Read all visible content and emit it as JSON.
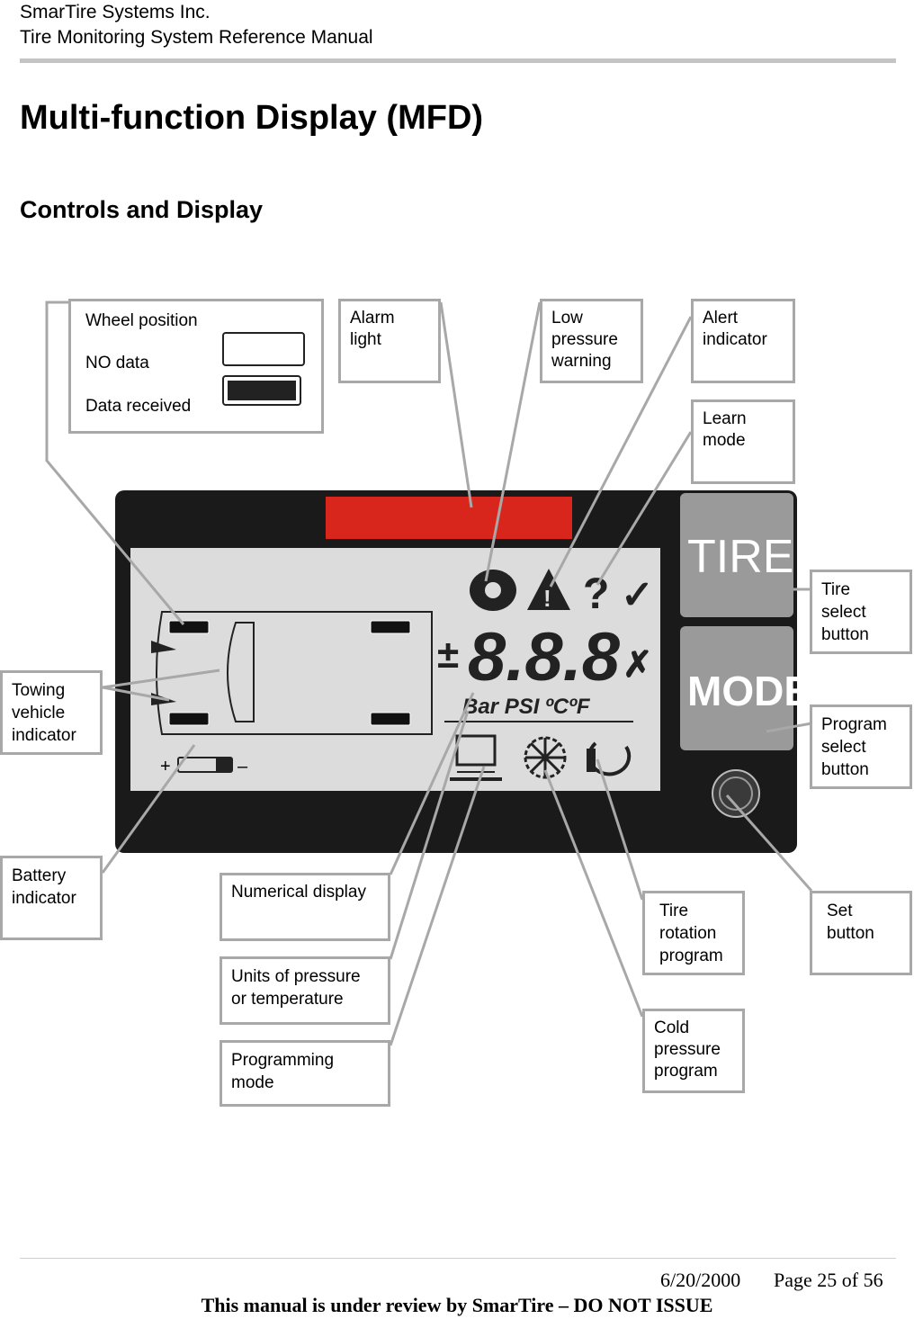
{
  "header": {
    "company": "SmarTire Systems Inc.",
    "manual": "Tire Monitoring System Reference Manual"
  },
  "title": "Multi-function Display (MFD)",
  "section": "Controls and Display",
  "callouts": {
    "wheel_position": "Wheel position",
    "no_data": "NO data",
    "data_received": "Data received",
    "alarm_light": [
      "Alarm",
      "light"
    ],
    "low_pressure": [
      "Low",
      "pressure",
      "warning"
    ],
    "alert": [
      "Alert",
      "indicator"
    ],
    "learn": [
      "Learn",
      "mode"
    ],
    "tire_select": [
      "Tire",
      "select",
      "button"
    ],
    "program_select": [
      "Program",
      "select",
      "button"
    ],
    "towing": [
      "Towing",
      "vehicle",
      "indicator"
    ],
    "battery": [
      "Battery",
      "indicator"
    ],
    "numerical": [
      "Numerical display"
    ],
    "units": [
      "Units of pressure",
      "or temperature"
    ],
    "programming": [
      "Programming",
      "mode"
    ],
    "tire_rotation": [
      "Tire",
      "rotation",
      "program"
    ],
    "cold_pressure": [
      "Cold",
      "pressure",
      "program"
    ],
    "set_button": [
      "Set",
      "button"
    ]
  },
  "device": {
    "tire_button": "TIRE",
    "mode_button": "MODE",
    "digits": "8.8.8",
    "units": "Bar PSI ºCºF",
    "sign": "±",
    "check": "✓",
    "cross": "✗",
    "alert_glyph": "!",
    "learn_glyph": "?",
    "battery_plus": "+",
    "battery_minus": "–"
  },
  "colors": {
    "alarm": "#d9261c",
    "device_body": "#1a1a1a",
    "lcd": "#dcdcdc",
    "button": "#9a9a9a"
  },
  "footer": {
    "date": "6/20/2000",
    "page": "Page 25 of 56",
    "note": "This manual is under review by SmarTire – DO NOT ISSUE"
  }
}
